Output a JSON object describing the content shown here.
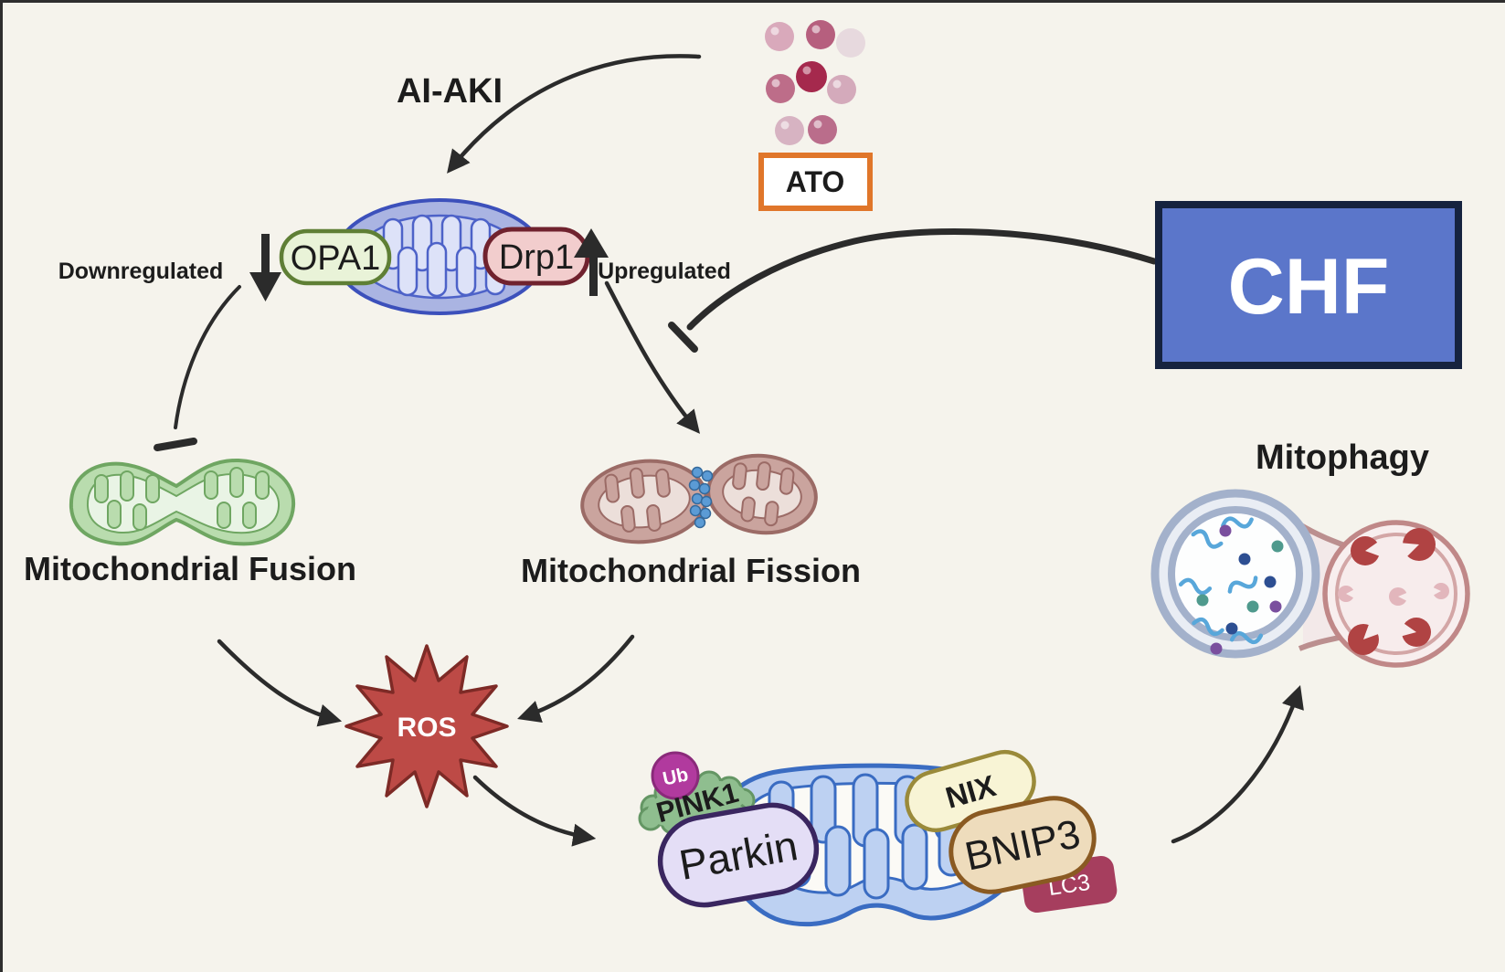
{
  "labels": {
    "ai_aki": "AI-AKI",
    "ato": "ATO",
    "chf": "CHF",
    "opa1": "OPA1",
    "drp1": "Drp1",
    "downregulated": "Downregulated",
    "upregulated": "Upregulated",
    "fusion": "Mitochondrial Fusion",
    "fission": "Mitochondrial Fission",
    "ros": "ROS",
    "ub": "Ub",
    "pink1": "PINK1",
    "parkin": "Parkin",
    "nix": "NIX",
    "bnip3": "BNIP3",
    "lc3": "LC3",
    "mitophagy": "Mitophagy"
  },
  "relationships": [
    {
      "from": "ATO",
      "to": "mitochondrion (AI-AKI)",
      "type": "arrow"
    },
    {
      "from": "OPA1",
      "to": "Mitochondrial Fusion",
      "type": "inhibition",
      "annotation": "Downregulated"
    },
    {
      "from": "Drp1",
      "to": "Mitochondrial Fission",
      "type": "arrow",
      "annotation": "Upregulated"
    },
    {
      "from": "CHF",
      "to": "Mitochondrial Fission pathway",
      "type": "inhibition"
    },
    {
      "from": "Mitochondrial Fusion",
      "to": "ROS",
      "type": "arrow"
    },
    {
      "from": "Mitochondrial Fission",
      "to": "ROS",
      "type": "arrow"
    },
    {
      "from": "ROS",
      "to": "PINK1/Parkin/NIX/BNIP3/LC3 mitochondrion",
      "type": "arrow"
    },
    {
      "from": "PINK1/Parkin/NIX/BNIP3/LC3 mitochondrion",
      "to": "Mitophagy",
      "type": "arrow"
    }
  ],
  "colors": {
    "background": "#f5f3ec",
    "edge_border": "#2e2e2e",
    "arrow": "#2b2b2b",
    "chf_fill": "#5b76ca",
    "chf_border": "#16233f",
    "ato_border": "#e0762a",
    "ato_fill": "#ffffff",
    "sphere_dark": "#a5294d",
    "sphere_medium": "#b65f7e",
    "sphere_light": "#d9a9bb",
    "sphere_pale": "#e7d9de",
    "mito_blue_fill": "#aab4e2",
    "mito_blue_stroke": "#3c50bb",
    "opa1_fill": "#e9f3d8",
    "opa1_border": "#5f7f35",
    "drp1_fill": "#f2cdcd",
    "drp1_border": "#70222e",
    "fusion_fill": "#b9dcae",
    "fusion_border": "#6fa662",
    "fission_fill": "#caa49e",
    "fission_border": "#9b6b66",
    "drp1_ring_beads": "#5b9bd5",
    "ros_fill": "#bd4a46",
    "ros_border": "#7d2a26",
    "bottom_mito_fill": "#bdd1f2",
    "bottom_mito_stroke": "#3a6cc2",
    "pink1_fill": "#8fbe8f",
    "ub_fill": "#b13a9e",
    "parkin_fill": "#e4def6",
    "parkin_border": "#3a2660",
    "nix_fill": "#f8f4d5",
    "nix_border": "#9a8a3a",
    "bnip3_fill": "#eedcbc",
    "bnip3_border": "#8a5a22",
    "lc3_fill": "#a63e5e",
    "autophagosome_ring": "#a3b1cb",
    "lysosome_ring": "#c08888",
    "lysosome_fill": "#f8eeee",
    "cargo_dark": "#b04343",
    "cargo_light": "#e2b6bc"
  }
}
